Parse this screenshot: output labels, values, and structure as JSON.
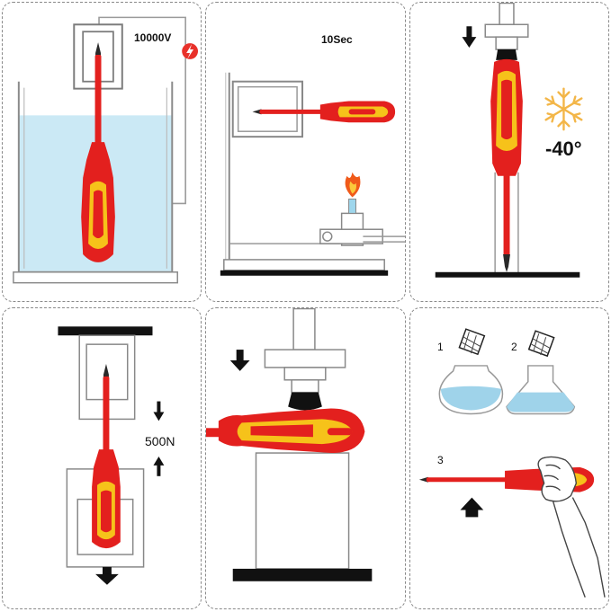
{
  "panels": {
    "voltage": {
      "voltage_label": "10000V"
    },
    "flame": {
      "time_label": "10Sec"
    },
    "cold": {
      "temp_label": "-40°"
    },
    "pull": {
      "force_label": "500N"
    },
    "press": {},
    "chemical": {
      "step1": "1",
      "step2": "2",
      "step3": "3"
    }
  },
  "colors": {
    "handle_red": "#e3201e",
    "handle_yellow": "#f6c21a",
    "water": "#cbe9f5",
    "flame": "#f05a1a",
    "snow": "#f3b648",
    "badge": "#e8312a"
  },
  "icons": [
    "lightning-icon",
    "snowflake-icon",
    "arrow-down-icon",
    "arrow-up-icon",
    "flame-icon",
    "sponge-icon"
  ]
}
